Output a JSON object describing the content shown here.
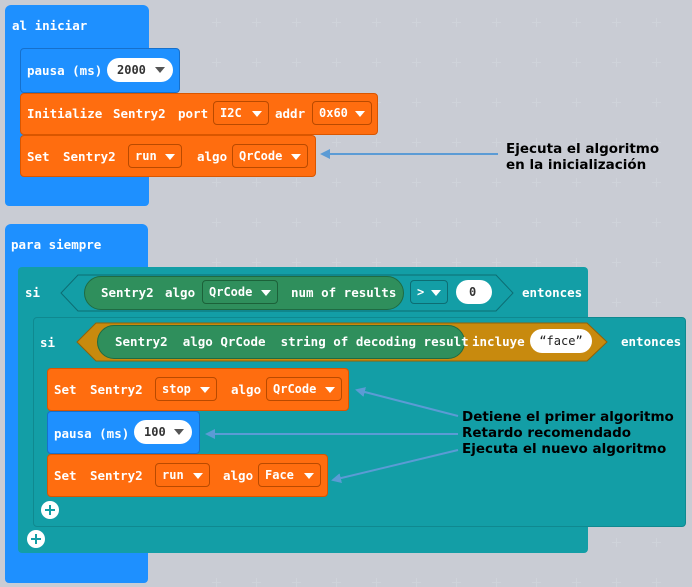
{
  "on_start": {
    "hat_label": "al iniciar",
    "pause": {
      "label": "pausa (ms)",
      "value": "2000"
    },
    "init": {
      "label_initialize": "Initialize",
      "label_sentry": "Sentry2",
      "label_port": "port",
      "port_value": "I2C",
      "label_addr": "addr",
      "addr_value": "0x60"
    },
    "set": {
      "label_set": "Set",
      "label_sentry": "Sentry2",
      "mode_value": "run",
      "label_algo": "algo",
      "algo_value": "QrCode"
    }
  },
  "forever": {
    "hat_label": "para siempre",
    "if_outer": {
      "label_if": "si",
      "label_sentry": "Sentry2",
      "label_algo": "algo",
      "algo_value": "QrCode",
      "label_num": "num of results",
      "op_value": ">",
      "num_value": "0",
      "label_then": "entonces"
    },
    "if_inner": {
      "label_if": "si",
      "reporter_text": "Sentry2  algo QrCode  string of decoding result",
      "label_includes": "incluye",
      "string_value": "face",
      "label_then": "entonces"
    },
    "set_stop": {
      "label_set": "Set",
      "label_sentry": "Sentry2",
      "mode_value": "stop",
      "label_algo": "algo",
      "algo_value": "QrCode"
    },
    "pause": {
      "label": "pausa (ms)",
      "value": "100"
    },
    "set_run": {
      "label_set": "Set",
      "label_sentry": "Sentry2",
      "mode_value": "run",
      "label_algo": "algo",
      "algo_value": "Face"
    }
  },
  "annotations": {
    "init_line1": "Ejecuta el algoritmo",
    "init_line2": "en la inicialización",
    "stop_note": "Detiene el primer algoritmo",
    "delay_note": "Retardo recomendado",
    "run_note": "Ejecuta el nuevo algoritmo"
  },
  "colors": {
    "basic_blue": "#1e90ff",
    "sentry_orange": "#ff6d0f",
    "logic_teal": "#139ea6",
    "text_gold": "#c88a0e",
    "reporter_green": "#2f8f5c",
    "arrow_blue": "#5b9bd5"
  }
}
